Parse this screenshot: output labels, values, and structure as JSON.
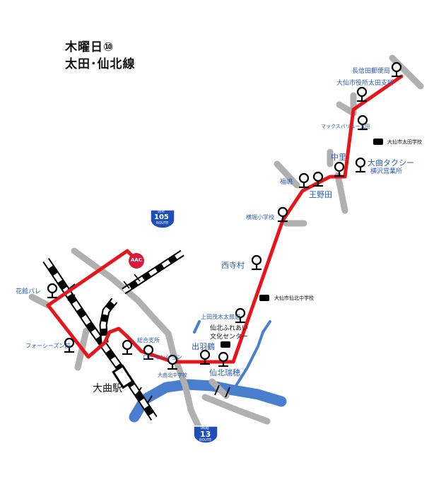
{
  "title": {
    "line1": "木曜日⑩",
    "line2": "太田･仙北線"
  },
  "route_badges": {
    "route105": {
      "top": "国道",
      "number": "105",
      "bottom": "ROUTE"
    },
    "route13": {
      "top": "国道",
      "number": "13",
      "bottom": "ROUTE"
    },
    "aac": "AAC"
  },
  "stops": {
    "s1": "長信田郵便局",
    "s2": "大仙市役所太田支所",
    "s3": "マックスバリュー太田",
    "s4": "中里",
    "s5": "大曲タクシー",
    "s5b": "横沢営業所",
    "s6": "福嶋",
    "s7": "王野田",
    "s8": "横堀小学校",
    "s9": "西寺村",
    "s10": "上田茂木太鼓店",
    "s11": "出羽鶴",
    "s12": "仙北瑞穂",
    "s13": "大曲北中学校",
    "s14": "花館パレ",
    "s15": "フォーシーズン前",
    "s16": "総合支所",
    "s17": "ローマンション",
    "station": "大曲駅"
  },
  "landmarks": {
    "ota_school": "大仙市太田学校",
    "senboku_school": "大仙市仙北中学校",
    "center_line1": "仙北ふれあい",
    "center_line2": "文化センター"
  },
  "colors": {
    "route_line": "#e8141c",
    "road": "#b0b0b0",
    "river": "#4a7fd0",
    "badge": "#1e4fb8",
    "aac": "#d81b3c"
  }
}
